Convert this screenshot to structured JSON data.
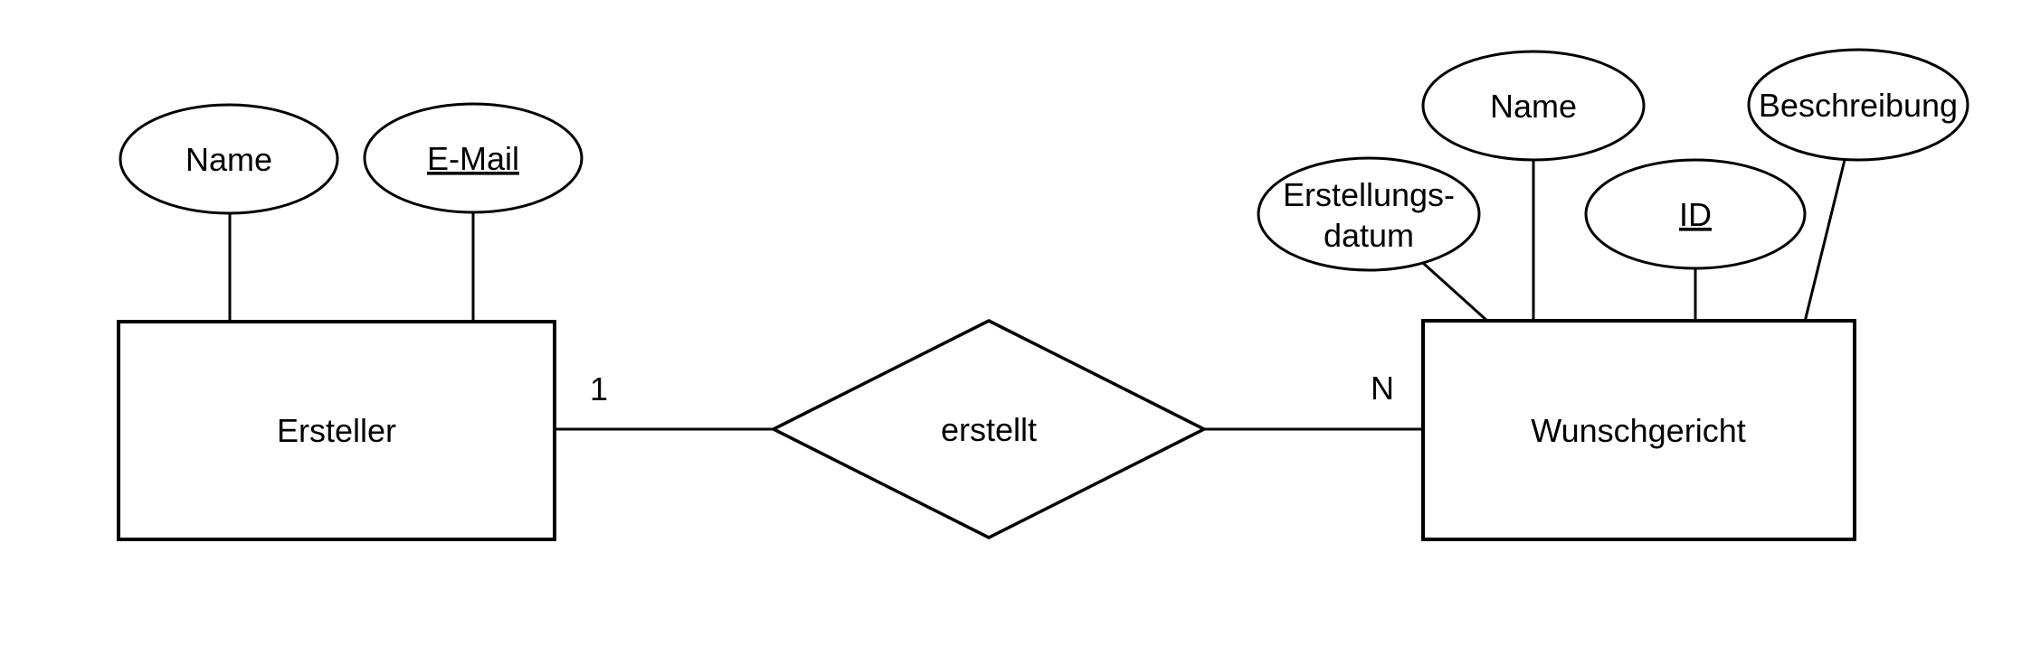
{
  "diagram": {
    "kind": "entity-relationship-diagram",
    "colors": {
      "background": "#ffffff",
      "stroke": "#000000",
      "text": "#000000"
    },
    "entities": {
      "ersteller": {
        "label": "Ersteller"
      },
      "wunschgericht": {
        "label": "Wunschgericht"
      }
    },
    "relationship": {
      "label": "erstellt",
      "left_cardinality": "1",
      "right_cardinality": "N"
    },
    "attributes": {
      "ersteller_name": {
        "label": "Name",
        "key": false
      },
      "ersteller_email": {
        "label": "E-Mail",
        "key": true
      },
      "wunschgericht_erstellungsdatum": {
        "line1": "Erstellungs-",
        "line2": "datum",
        "key": false
      },
      "wunschgericht_name": {
        "label": "Name",
        "key": false
      },
      "wunschgericht_id": {
        "label": "ID",
        "key": true
      },
      "wunschgericht_beschreibung": {
        "label": "Beschreibung",
        "key": false
      }
    }
  }
}
